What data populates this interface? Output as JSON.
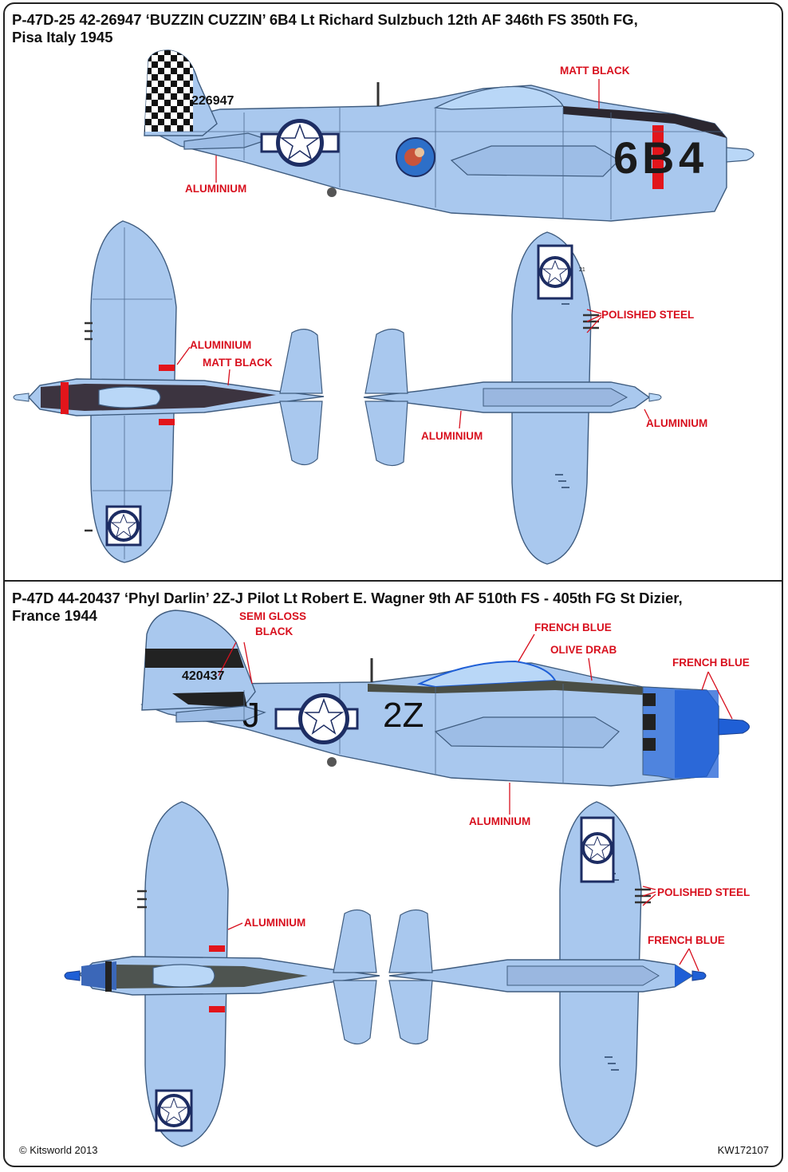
{
  "panel1": {
    "title_line1": "P-47D-25 42-26947  ‘BUZZIN CUZZIN’ 6B4  Lt Richard Sulzbuch 12th AF 346th FS  350th FG,",
    "title_line2": "Pisa Italy 1945",
    "serial": "226947",
    "code_a": "6",
    "code_b": "B",
    "code_c": "4",
    "wing_text": "21",
    "labels": {
      "matt_black_side": "MATT BLACK",
      "aluminium_side": "ALUMINIUM",
      "aluminium_top": "ALUMINIUM",
      "matt_black_top": "MATT BLACK",
      "polished_steel": "POLISHED STEEL",
      "aluminium_bottom_right": "ALUMINIUM",
      "aluminium_bottom_left": "ALUMINIUM"
    }
  },
  "panel2": {
    "title_line1": "P-47D 44-20437 ‘Phyl Darlin’  2Z-J Pilot Lt Robert E. Wagner 9th AF 510th FS - 405th FG St Dizier,",
    "title_line2": "France 1944",
    "serial": "420437",
    "code_left": "J",
    "code_right": "2Z",
    "labels": {
      "semi_gloss_black": "SEMI GLOSS",
      "semi_gloss_black_2": "BLACK",
      "french_blue_canopy": "FRENCH BLUE",
      "olive_drab": "OLIVE DRAB",
      "french_blue_nose": "FRENCH BLUE",
      "aluminium_side": "ALUMINIUM",
      "aluminium_top": "ALUMINIUM",
      "polished_steel": "POLISHED STEEL",
      "french_blue_bottom": "FRENCH BLUE"
    }
  },
  "footer": {
    "copyright": "© Kitsworld 2013",
    "code": "KW172107"
  },
  "colors": {
    "aluminium": "#a9c8ee",
    "panel_line": "#4d6a8e",
    "matt_black": "#2b2730",
    "french_blue": "#1f5fd6",
    "olive_drab": "#4a4e45",
    "insignia_blue": "#1d2d63",
    "label_red": "#d8101e",
    "marker_red": "#e2151b"
  }
}
